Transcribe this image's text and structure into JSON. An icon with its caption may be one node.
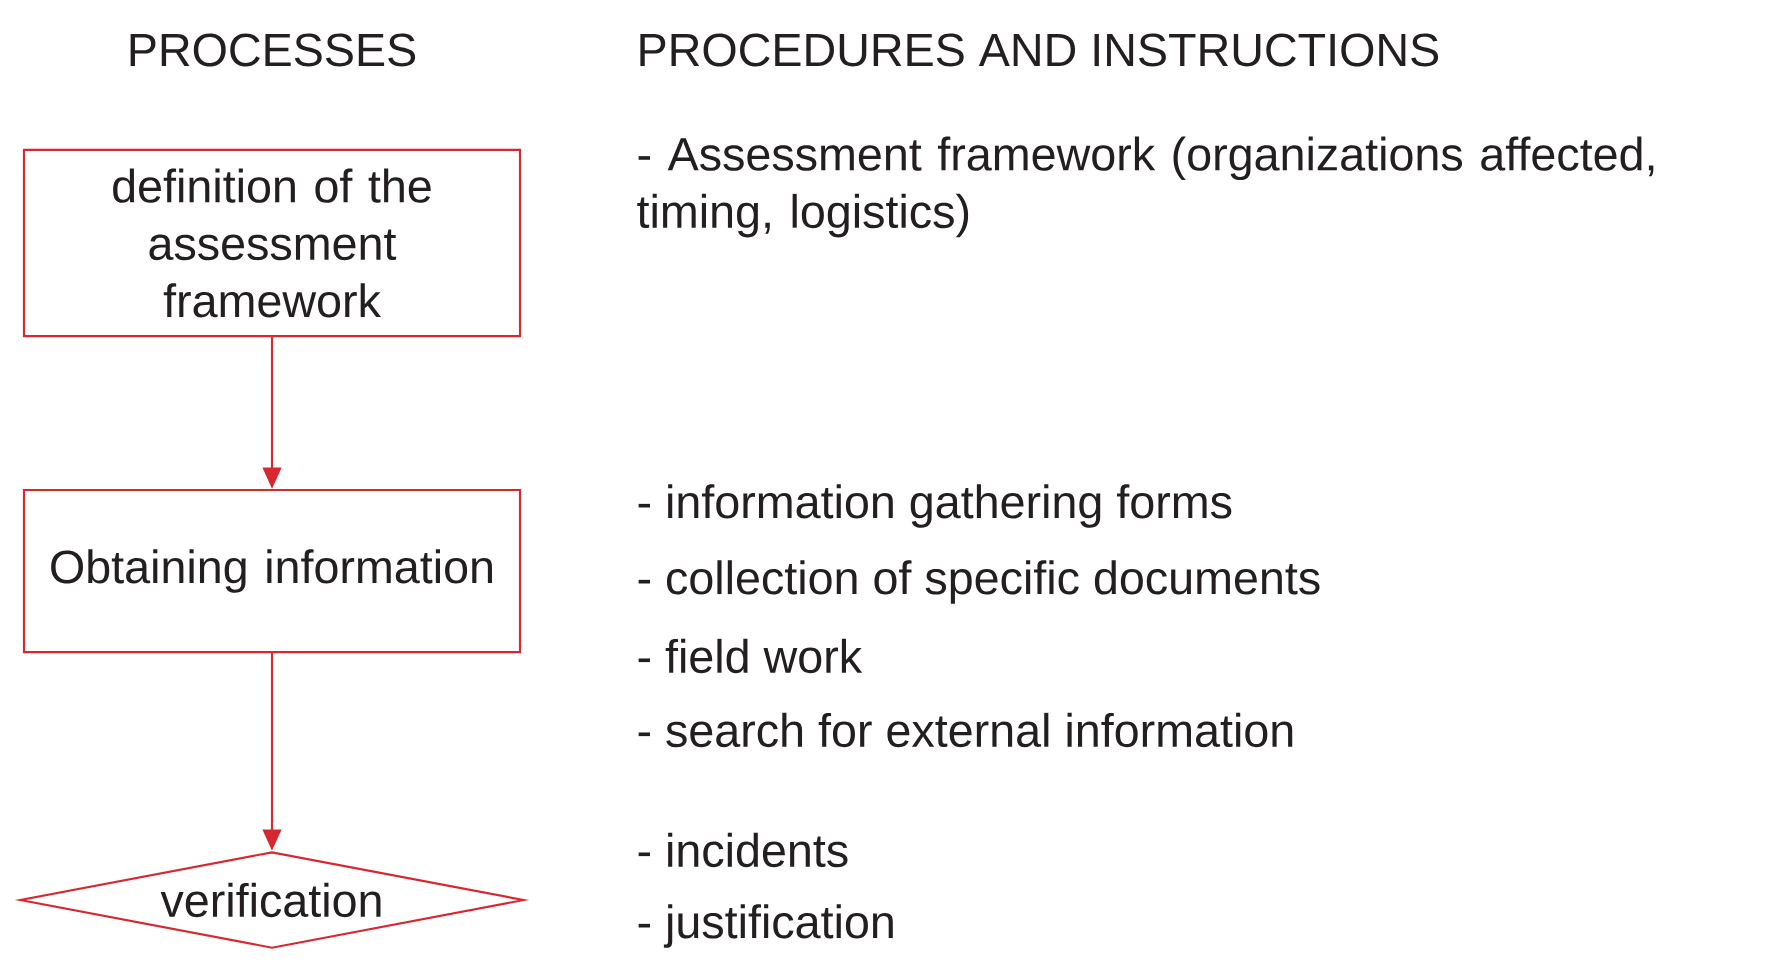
{
  "diagram": {
    "nodes": [
      {
        "text": [
          "definition of the assessment framework"
        ]
      },
      {
        "text": [
          "Obtaining information"
        ]
      },
      {
        "text": [
          "verification"
        ]
      }
    ],
    "edges": [
      {
        "from": 0,
        "to": 1,
        "arrow": "to"
      },
      {
        "from": 1,
        "to": 2,
        "arrow": "to"
      }
    ],
    "labels": [
      "PROCESSES",
      "PROCEDURES AND INSTRUCTIONS",
      "- Assessment framework (organizations affected, timing, logistics)",
      "- information gathering forms",
      "- collection of specific documents",
      "- field work",
      "- search for external information",
      "- incidents",
      "- justification"
    ]
  }
}
